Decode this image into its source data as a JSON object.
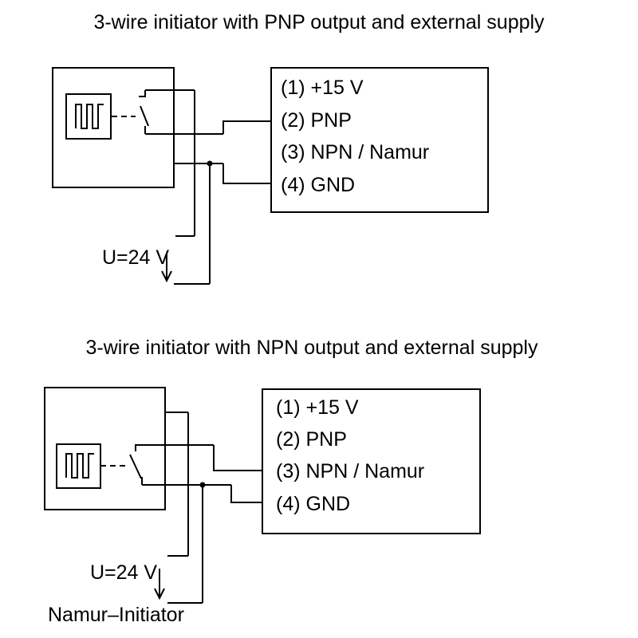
{
  "diagrams": [
    {
      "title": "3-wire initiator with PNP output and external supply",
      "terminals": [
        "(1) +15 V",
        "(2) PNP",
        "(3) NPN / Namur",
        "(4) GND"
      ],
      "supply_label": "U=24 V",
      "extra_label": ""
    },
    {
      "title": "3-wire initiator with NPN output and external supply",
      "terminals": [
        "(1) +15 V",
        "(2) PNP",
        "(3) NPN / Namur",
        "(4) GND"
      ],
      "supply_label": "U=24 V",
      "extra_label": "Namur–Initiator"
    }
  ]
}
